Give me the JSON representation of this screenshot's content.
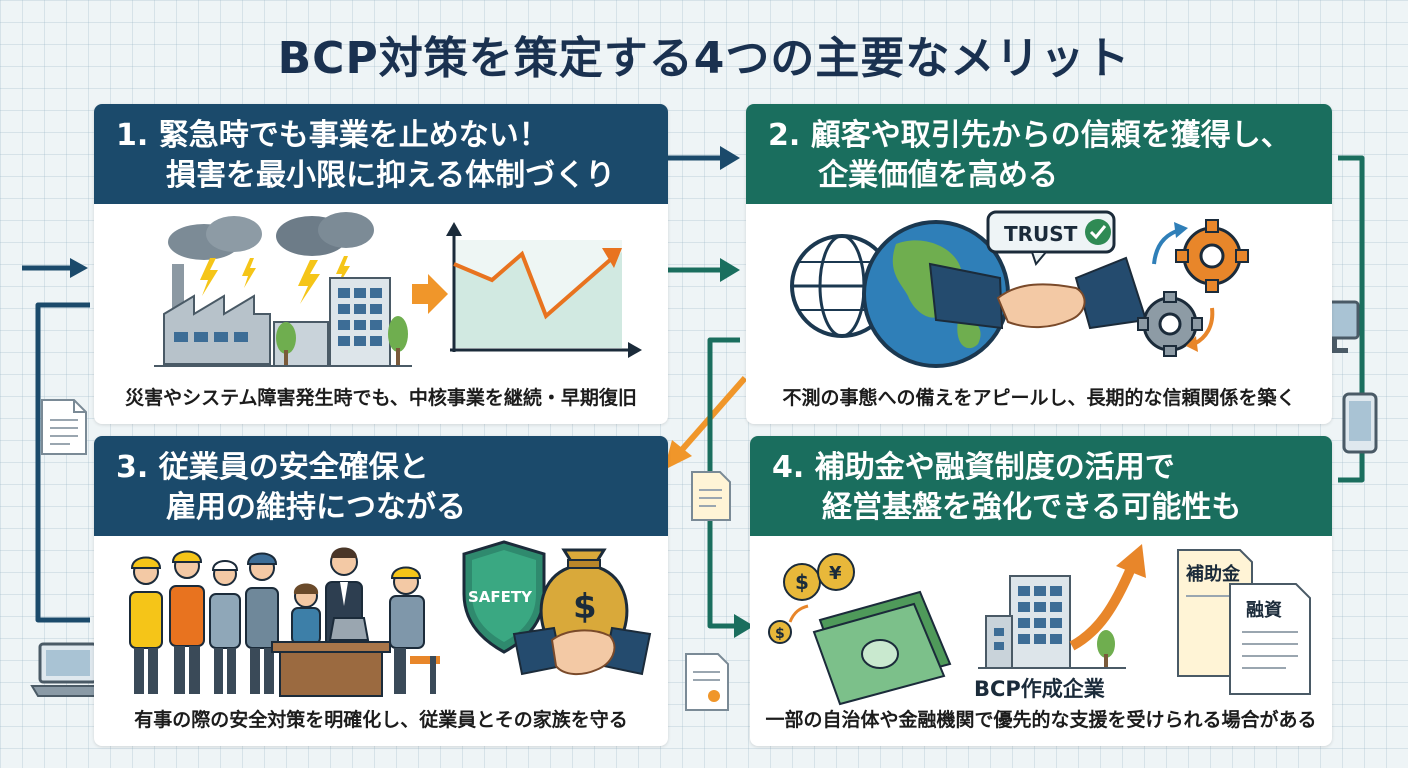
{
  "title": "BCP対策を策定する4つの主要なメリット",
  "panels": [
    {
      "number": "1.",
      "heading_line1": "緊急時でも事業を止めない！",
      "heading_line2": "損害を最小限に抑える体制づくり",
      "caption": "災害やシステム障害発生時でも、中核事業を継続・早期復旧",
      "color": "#1b4a6b"
    },
    {
      "number": "2.",
      "heading_line1": "顧客や取引先からの信頼を獲得し、",
      "heading_line2": "企業価値を高める",
      "caption": "不測の事態への備えをアピールし、長期的な信頼関係を築く",
      "trust_label": "TRUST",
      "color": "#1a6e5e"
    },
    {
      "number": "3.",
      "heading_line1": "従業員の安全確保と",
      "heading_line2": "雇用の維持につながる",
      "caption": "有事の際の安全対策を明確化し、従業員とその家族を守る",
      "shield_label": "SAFETY",
      "color": "#1b4a6b"
    },
    {
      "number": "4.",
      "heading_line1": "補助金や融資制度の活用で",
      "heading_line2": "経営基盤を強化できる可能性も",
      "caption": "一部の自治体や金融機関で優先的な支援を受けられる場合がある",
      "company_label": "BCP作成企業",
      "doc_label_1": "補助金",
      "doc_label_2": "融資",
      "color": "#1a6e5e"
    }
  ],
  "colors": {
    "title": "#1a3150",
    "arrow_blue": "#1b4a6b",
    "arrow_green": "#1a6e5e",
    "arrow_orange": "#f0962a",
    "background": "#eef4f6"
  }
}
